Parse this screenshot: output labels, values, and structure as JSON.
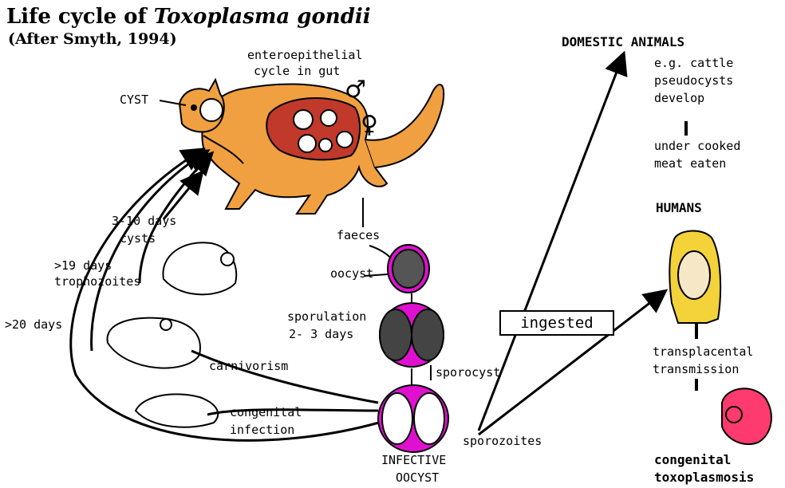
{
  "title": {
    "prefix": "Life cycle of ",
    "species": "Toxoplasma gondii"
  },
  "citation": "(After Smyth, 1994)",
  "cat": {
    "cycle_line1": "enteroepithelial",
    "cycle_line2": "cycle in gut",
    "cyst": "CYST",
    "male": "♂",
    "female": "♀",
    "faeces": "faeces"
  },
  "rodent_paths": {
    "days_3_10": "3-10 days",
    "cysts": "cysts",
    "days_19": ">19 days",
    "trophozoites": "trophozoites",
    "days_20": ">20 days",
    "carnivorism": "carnivorism",
    "congenital_line1": "congenital",
    "congenital_line2": "infection"
  },
  "oocyst_stages": {
    "oocyst": "oocyst",
    "sporulation": "sporulation",
    "sporulation_days": "2- 3 days",
    "sporocyst": "sporocyst",
    "sporozoites": "sporozoites",
    "infective_line1": "INFECTIVE",
    "infective_line2": "OOCYST"
  },
  "ingested": "ingested",
  "domestic": {
    "heading": "DOMESTIC ANIMALS",
    "example": "e.g. cattle",
    "pseudo1": "pseudocysts",
    "pseudo2": "develop",
    "meat1": "under cooked",
    "meat2": "meat eaten"
  },
  "humans": {
    "heading": "HUMANS",
    "transmission1": "transplacental",
    "transmission2": "transmission",
    "result1": "congenital",
    "result2": "toxoplasmosis"
  },
  "colors": {
    "cat": "#f0a040",
    "gut": "#c0392b",
    "oocyst": "#e010d0",
    "fetus": "#ff3a6e",
    "hair": "#f3d23a",
    "skin": "#f6e8c6"
  }
}
